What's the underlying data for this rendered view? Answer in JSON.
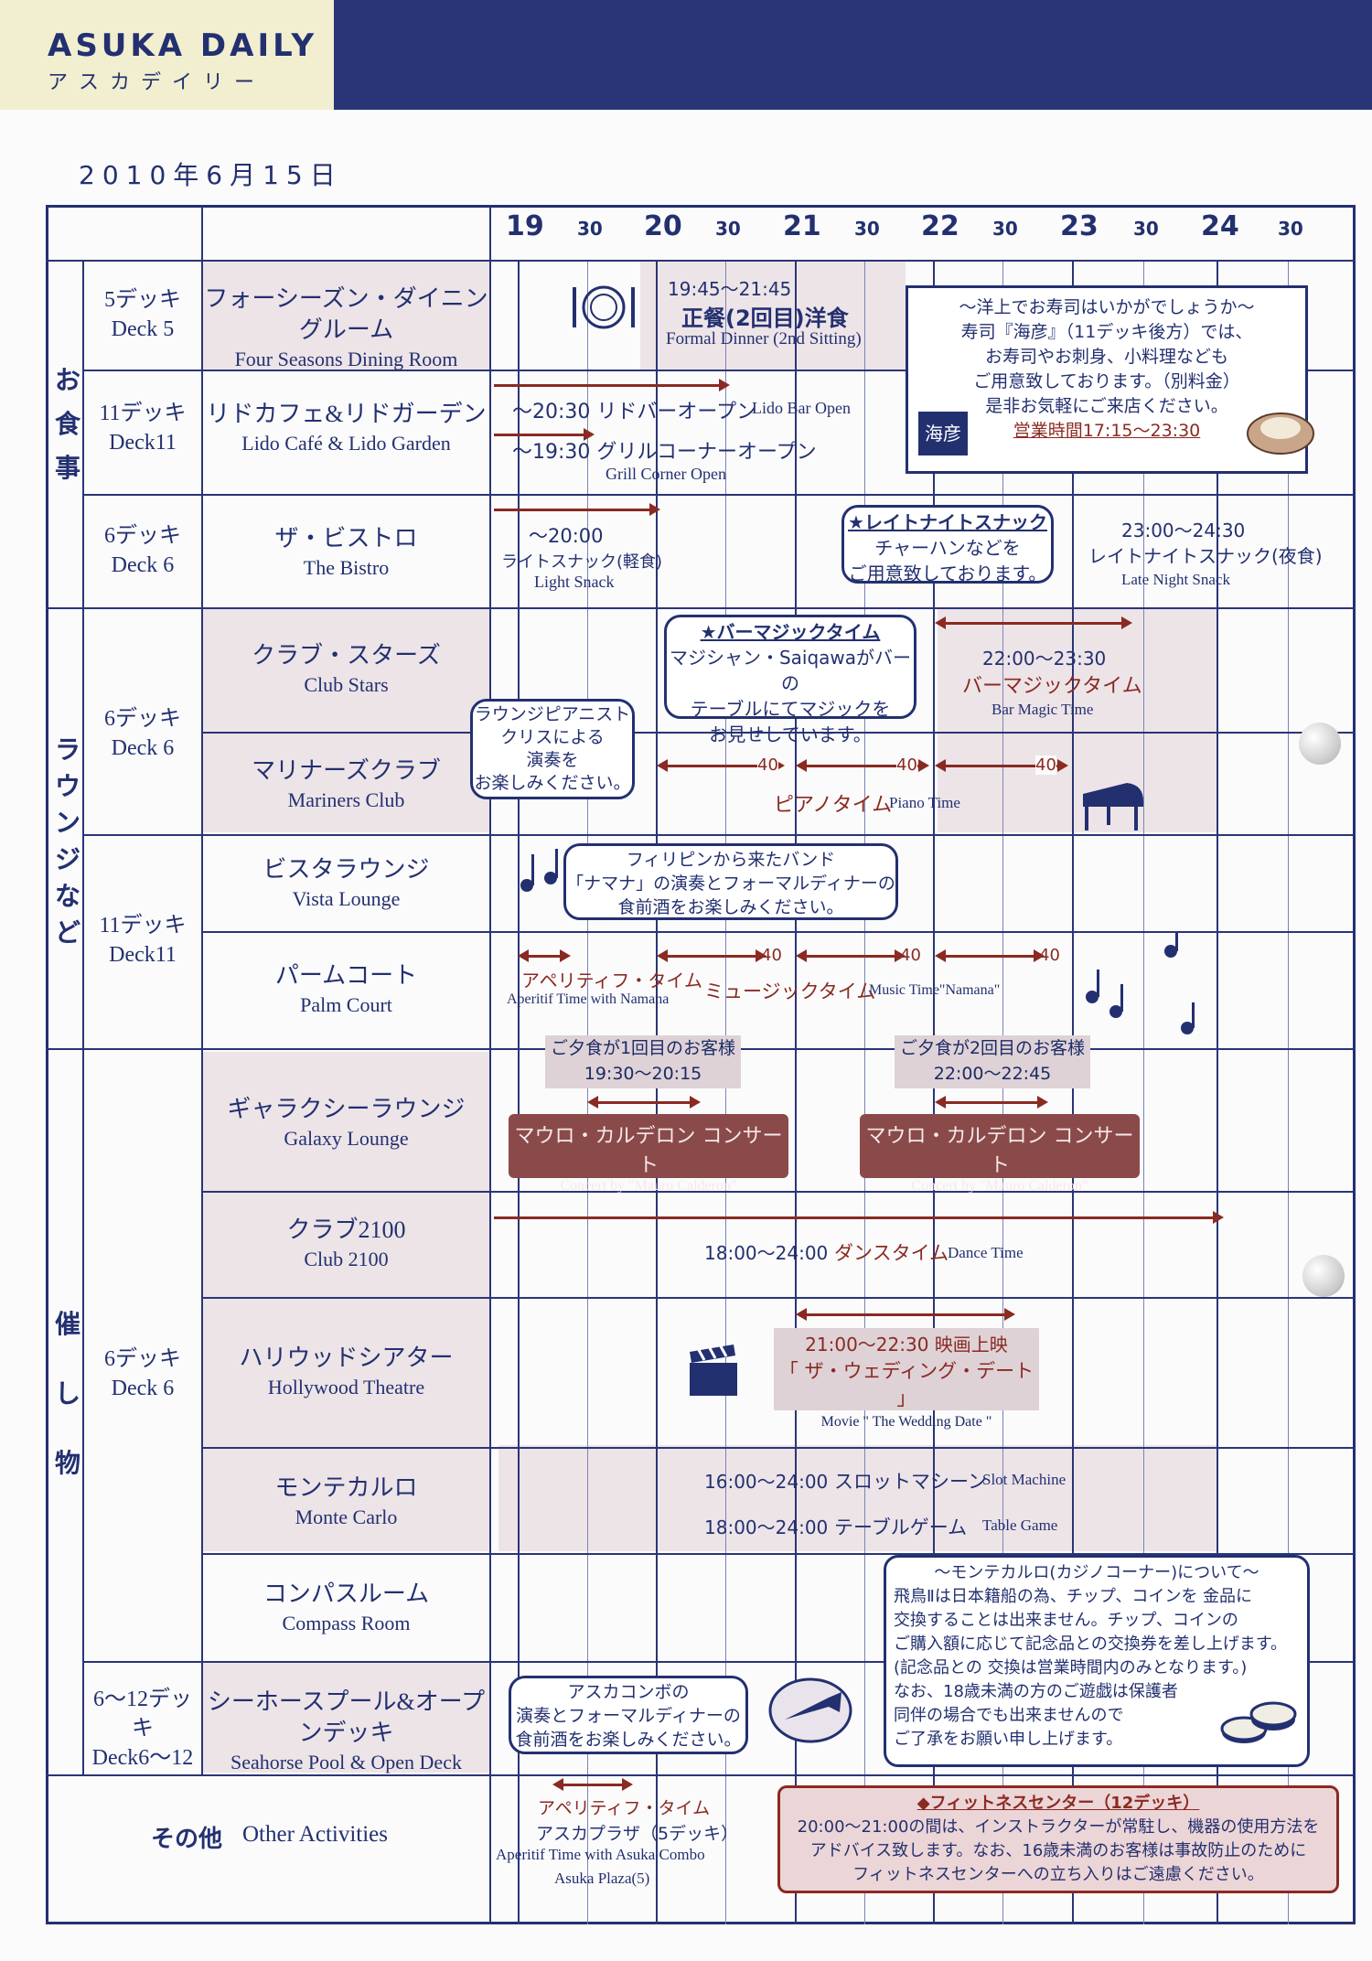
{
  "header": {
    "brand": "ASUKA DAILY",
    "brand_kana": "アスカデイリー",
    "date": "2010年6月15日"
  },
  "timeline": {
    "hours": [
      "19",
      "20",
      "21",
      "22",
      "23",
      "24"
    ],
    "half": "30"
  },
  "categories": {
    "dining": [
      "お",
      "食",
      "事"
    ],
    "lounge": [
      "ラ",
      "ウ",
      "ン",
      "ジ",
      "な",
      "ど"
    ],
    "events": [
      "催",
      "し",
      "物"
    ]
  },
  "decks": {
    "d5": {
      "jp": "5デッキ",
      "en": "Deck 5"
    },
    "d11a": {
      "jp": "11デッキ",
      "en": "Deck11"
    },
    "d6a": {
      "jp": "6デッキ",
      "en": "Deck 6"
    },
    "d6b": {
      "jp": "6デッキ",
      "en": "Deck 6"
    },
    "d11b": {
      "jp": "11デッキ",
      "en": "Deck11"
    },
    "d6c": {
      "jp": "6デッキ",
      "en": "Deck 6"
    },
    "d612": {
      "jp": "6〜12デッキ",
      "en": "Deck6〜12"
    }
  },
  "venues": {
    "four_seasons": {
      "jp": "フォーシーズン・ダイニングルーム",
      "en": "Four Seasons Dining Room"
    },
    "lido": {
      "jp": "リドカフェ&リドガーデン",
      "en": "Lido Café & Lido Garden"
    },
    "bistro": {
      "jp": "ザ・ビストロ",
      "en": "The Bistro"
    },
    "club_stars": {
      "jp": "クラブ・スターズ",
      "en": "Club Stars"
    },
    "mariners": {
      "jp": "マリナーズクラブ",
      "en": "Mariners Club"
    },
    "vista": {
      "jp": "ビスタラウンジ",
      "en": "Vista Lounge"
    },
    "palm": {
      "jp": "パームコート",
      "en": "Palm Court"
    },
    "galaxy": {
      "jp": "ギャラクシーラウンジ",
      "en": "Galaxy Lounge"
    },
    "club2100": {
      "jp": "クラブ2100",
      "en": "Club 2100"
    },
    "hollywood": {
      "jp": "ハリウッドシアター",
      "en": "Hollywood Theatre"
    },
    "monte": {
      "jp": "モンテカルロ",
      "en": "Monte Carlo"
    },
    "compass": {
      "jp": "コンパスルーム",
      "en": "Compass Room"
    },
    "seahorse": {
      "jp": "シーホースプール&オープンデッキ",
      "en": "Seahorse Pool & Open Deck"
    },
    "other": {
      "jp": "その他",
      "en": "Other Activities"
    }
  },
  "events": {
    "formal": {
      "time": "19:45〜21:45",
      "jp": "正餐(2回目)洋食",
      "en": "Formal Dinner (2nd Sitting)"
    },
    "sushi": {
      "line1": "〜洋上でお寿司はいかがでしょうか〜",
      "line2": "寿司『海彦』（11デッキ後方）では、",
      "line3": "お寿司やお刺身、小料理なども",
      "line4": "ご用意致しております。（別料金）",
      "line5": "是非お気軽にご来店ください。",
      "hours": "営業時間17:15〜23:30",
      "logo": "海彦"
    },
    "lido_bar": {
      "jp": "〜20:30 リドバーオープン",
      "en": "Lido Bar Open"
    },
    "grill": {
      "jp": "〜19:30 グリルコーナーオープン",
      "en": "Grill Corner Open"
    },
    "light_snack": {
      "time": "〜20:00",
      "jp": "ライトスナック(軽食)",
      "en": "Light Snack"
    },
    "late_bubble": {
      "title": "★レイトナイトスナック",
      "l1": "チャーハンなどを",
      "l2": "ご用意致しております。"
    },
    "late_snack": {
      "time": "23:00〜24:30",
      "jp": "レイトナイトスナック(夜食)",
      "en": "Late Night Snack"
    },
    "magic_bubble": {
      "title": "★バーマジックタイム",
      "l1": "マジシャン・Saiqawaがバーの",
      "l2": "テーブルにてマジックを",
      "l3": "お見せしています。"
    },
    "magic": {
      "time": "22:00〜23:30",
      "jp": "バーマジックタイム",
      "en": "Bar Magic Time"
    },
    "pianist_bubble": {
      "l1": "ラウンジピアニスト",
      "l2": "クリスによる",
      "l3": "演奏を",
      "l4": "お楽しみください。"
    },
    "piano": {
      "d1": "40",
      "d2": "40",
      "d3": "40",
      "jp": "ピアノタイム",
      "en": "Piano Time"
    },
    "band_bubble": {
      "l1": "フィリピンから来たバンド",
      "l2": "「ナマナ」の演奏とフォーマルディナーの",
      "l3": "食前酒をお楽しみください。"
    },
    "aperitif_palm": {
      "jp": "アペリティフ・タイム",
      "en": "Aperitif Time with Namana"
    },
    "music": {
      "d1": "40",
      "d2": "40",
      "d3": "40",
      "jp": "ミュージックタイム",
      "en": "Music Time\"Namana\""
    },
    "concert1": {
      "l1": "ご夕食が1回目のお客様",
      "l2": "19:30〜20:15",
      "jp": "マウロ・カルデロン コンサート",
      "en": "Concert by \"Mauro Calderon\""
    },
    "concert2": {
      "l1": "ご夕食が2回目のお客様",
      "l2": "22:00〜22:45",
      "jp": "マウロ・カルデロン コンサート",
      "en": "Concert by \"Mauro Calderon\""
    },
    "dance": {
      "time": "18:00〜24:00",
      "jp": "ダンスタイム",
      "en": "Dance Time"
    },
    "movie": {
      "l1": "21:00〜22:30 映画上映",
      "l2": "「 ザ・ウェディング・デート 」",
      "en": "Movie \" The Wedding Date \""
    },
    "slot": {
      "time": "16:00〜24:00",
      "jp": "スロットマシーン",
      "en": "Slot Machine"
    },
    "table": {
      "time": "18:00〜24:00",
      "jp": "テーブルゲーム",
      "en": "Table Game"
    },
    "casino": {
      "title": "〜モンテカルロ(カジノコーナー)について〜",
      "l1": "飛鳥Ⅱは日本籍船の為、チップ、コインを 金品に",
      "l2": "交換することは出来ません。チップ、コインの",
      "l3": "ご購入額に応じて記念品との交換券を差し上げます。",
      "l4": "(記念品との 交換は営業時間内のみとなります。)",
      "l5": "なお、18歳未満の方のご遊戯は保護者",
      "l6": "同伴の場合でも出来ませんので",
      "l7": "ご了承をお願い申し上げます。"
    },
    "combo_bubble": {
      "l1": "アスカコンボの",
      "l2": "演奏とフォーマルディナーの",
      "l3": "食前酒をお楽しみください。"
    },
    "aperitif_plaza": {
      "jp1": "アペリティフ・タイム",
      "jp2": "アスカプラザ（5デッキ）",
      "en1": "Aperitif Time with Asuka Combo",
      "en2": "Asuka Plaza(5)"
    },
    "fitness": {
      "title": "◆フィットネスセンター（12デッキ）",
      "l1": "20:00〜21:00の間は、インストラクターが常駐し、機器の使用方法を",
      "l2": "アドバイス致します。なお、16歳未満のお客様は事故防止のために",
      "l3": "フィットネスセンターへの立ち入りはご遠慮ください。"
    }
  }
}
